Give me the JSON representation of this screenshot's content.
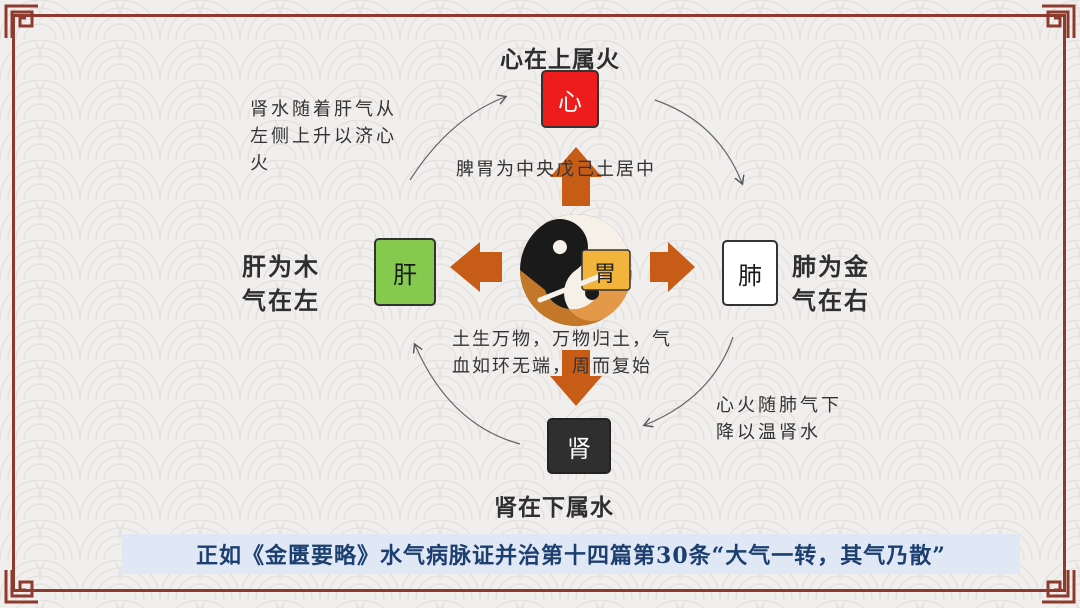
{
  "labels": {
    "top_title": "心在上属火",
    "bottom_title": "肾在下属水",
    "left_text_1": "肝为木",
    "left_text_2": "气在左",
    "right_text_1": "肺为金",
    "right_text_2": "气在右"
  },
  "organs": {
    "heart": "心",
    "liver": "肝",
    "lung": "肺",
    "kidney": "肾",
    "stomach": "胃"
  },
  "notes": {
    "top_left_1": "肾水随着肝气从",
    "top_left_2": "左侧上升以济心",
    "top_left_3": "火",
    "center_top": "脾胃为中央戊己土居中",
    "center_bottom_1": "土生万物，万物归土，气",
    "center_bottom_2": "血如环无端，周而复始",
    "bottom_right_1": "心火随肺气下",
    "bottom_right_2": "降以温肾水"
  },
  "caption": "正如《金匮要略》水气病脉证并治第十四篇第30条“大气一转，其气乃散”",
  "colors": {
    "heart": "#ee1c1c",
    "liver": "#85c94e",
    "lung": "#ffffff",
    "kidney": "#2f2f2f",
    "arrow": "#c75c17",
    "frame": "#8e3b2f",
    "caption_bg": "#dfe8f4",
    "caption_text": "#1d3f70"
  },
  "icons": {
    "center": "yin-yang-icon",
    "corners": "fret-corner-icon"
  }
}
